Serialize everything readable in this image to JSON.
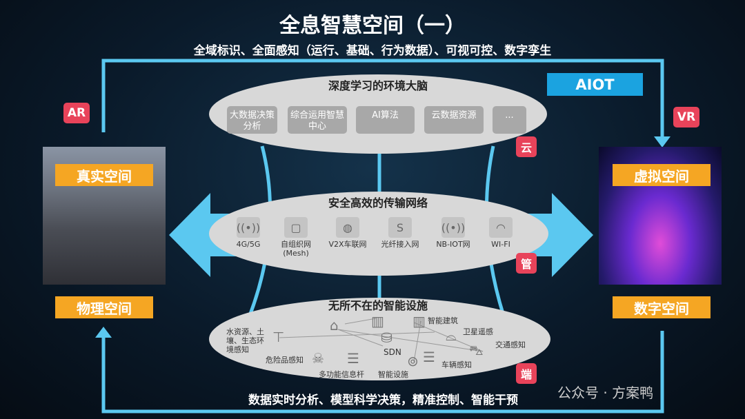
{
  "title": "全息智慧空间（一）",
  "subtitle": "全域标识、全面感知（运行、基础、行为数据）、可视可控、数字孪生",
  "badges": {
    "ar": "AR",
    "vr": "VR",
    "cloud": "云",
    "pipe": "管",
    "edge": "端"
  },
  "aiot": "AIOT",
  "left": {
    "top_label": "真实空间",
    "bottom_label": "物理空间"
  },
  "right": {
    "top_label": "虚拟空间",
    "bottom_label": "数字空间"
  },
  "cloud_layer": {
    "title": "深度学习的环境大脑",
    "items": [
      "大数据决策分析",
      "综合运用智慧中心",
      "AI算法",
      "云数据资源",
      "..."
    ]
  },
  "network_layer": {
    "title": "安全高效的传输网络",
    "items": [
      {
        "label": "4G/5G",
        "icon": "antenna-icon"
      },
      {
        "label": "自组织网(Mesh)",
        "icon": "mesh-icon"
      },
      {
        "label": "V2X车联网",
        "icon": "globe-icon"
      },
      {
        "label": "光纤接入网",
        "icon": "fiber-icon"
      },
      {
        "label": "NB-IOT网",
        "icon": "antenna-icon"
      },
      {
        "label": "WI-FI",
        "icon": "wifi-icon"
      }
    ]
  },
  "edge_layer": {
    "title": "无所不在的智能设施",
    "items": {
      "water": "水资源、土壤、生态环境感知",
      "building": "智能建筑",
      "satellite": "卫星遥感",
      "traffic": "交通感知",
      "hazard": "危险品感知",
      "pole": "多功能信息杆",
      "sdn": "SDN",
      "facility": "智能设施",
      "vehicle": "车辆感知"
    }
  },
  "bottom_text": "数据实时分析、模型科学决策，精准控制、智能干预",
  "watermark": "公众号 · 方案鸭",
  "colors": {
    "line": "#5bc8f0",
    "badge": "#e8435a",
    "label": "#f5a623",
    "aiot": "#1ba3e0"
  }
}
